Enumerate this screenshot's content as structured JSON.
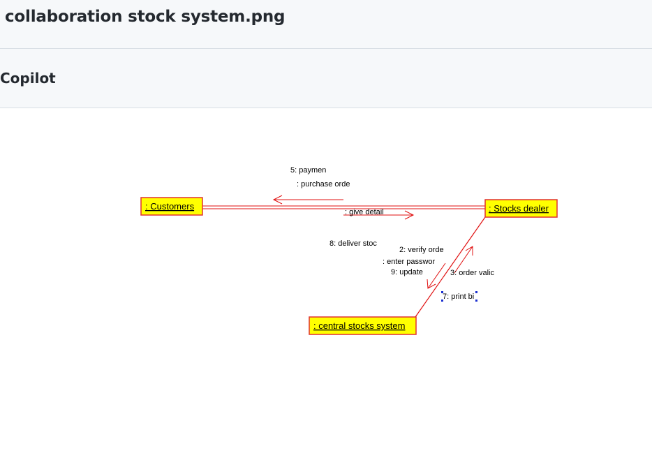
{
  "header": {
    "title": "collaboration stock system.png"
  },
  "copilot": {
    "label": "Copilot"
  },
  "diagram": {
    "objects": {
      "customers": ": Customers",
      "stocks_dealer": ": Stocks dealer",
      "central": ": central stocks system"
    },
    "messages": {
      "payment": "5: paymen",
      "purchase": ": purchase orde",
      "give_detail": ": give detail",
      "deliver": "8: deliver stoc",
      "verify": "2: verify orde",
      "enter_password": ": enter passwor",
      "update": "9: update",
      "order_valid": "3: order valic",
      "print_bill": "7: print bi"
    },
    "colors": {
      "object_fill": "#ffff00",
      "object_border": "#e03030",
      "link": "#e01010"
    }
  }
}
